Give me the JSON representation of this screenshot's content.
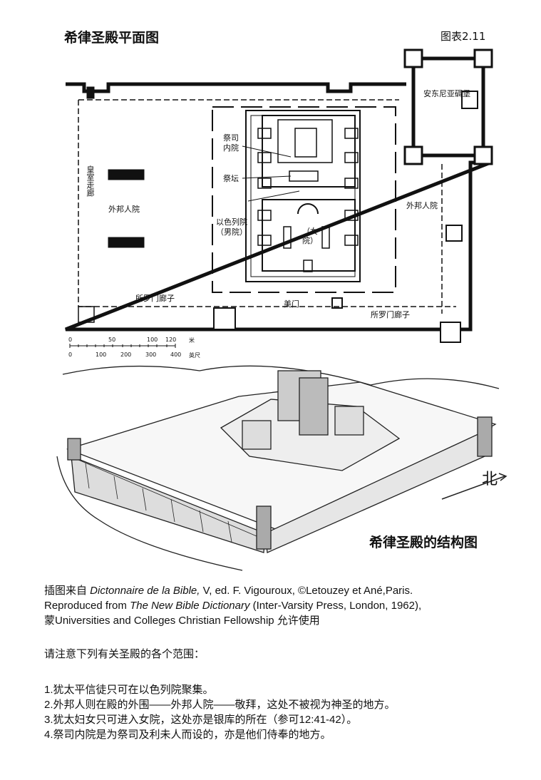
{
  "title": "希律圣殿平面图",
  "figure_number": "图表2.11",
  "plan_labels": {
    "royal_portico": "皇室走廊",
    "gentiles_court_left": "外邦人院",
    "gentiles_court_right": "外邦人院",
    "solomon_porch_left": "所罗门廊子",
    "solomon_porch_right": "所罗门廊子",
    "priests_court": "祭司内院",
    "altar": "祭坛",
    "israel_court": "以色列院（男院）",
    "womens_court": "（女院）",
    "beautiful_gate": "美门",
    "antonia": "安东尼亚碉堡"
  },
  "scale": {
    "meters_ticks": [
      "0",
      "50",
      "100",
      "120"
    ],
    "meters_unit": "米",
    "feet_ticks": [
      "0",
      "100",
      "200",
      "300",
      "400"
    ],
    "feet_unit": "英尺"
  },
  "north_label": "北",
  "illustration_caption": "希律圣殿的结构图",
  "credit": {
    "l1a": "插图来自 ",
    "l1b": "Dictonnaire de la Bible,",
    "l1c": " V, ed. F. Vigouroux, ©Letouzey et Ané,Paris.",
    "l2a": "Reproduced from ",
    "l2b": "The New Bible Dictionary",
    "l2c": " (Inter-Varsity Press, London, 1962),",
    "l3": "蒙Universities and Colleges Christian Fellowship 允许使用"
  },
  "intro": "请注意下列有关圣殿的各个范围：",
  "notes": [
    "1.犹太平信徒只可在以色列院聚集。",
    "2.外邦人则在殿的外围——外邦人院——敬拜，这处不被视为神圣的地方。",
    "3.犹太妇女只可进入女院，这处亦是银库的所在（参可12:41-42）。",
    "4.祭司内院是为祭司及利未人而设的，亦是他们侍奉的地方。"
  ]
}
